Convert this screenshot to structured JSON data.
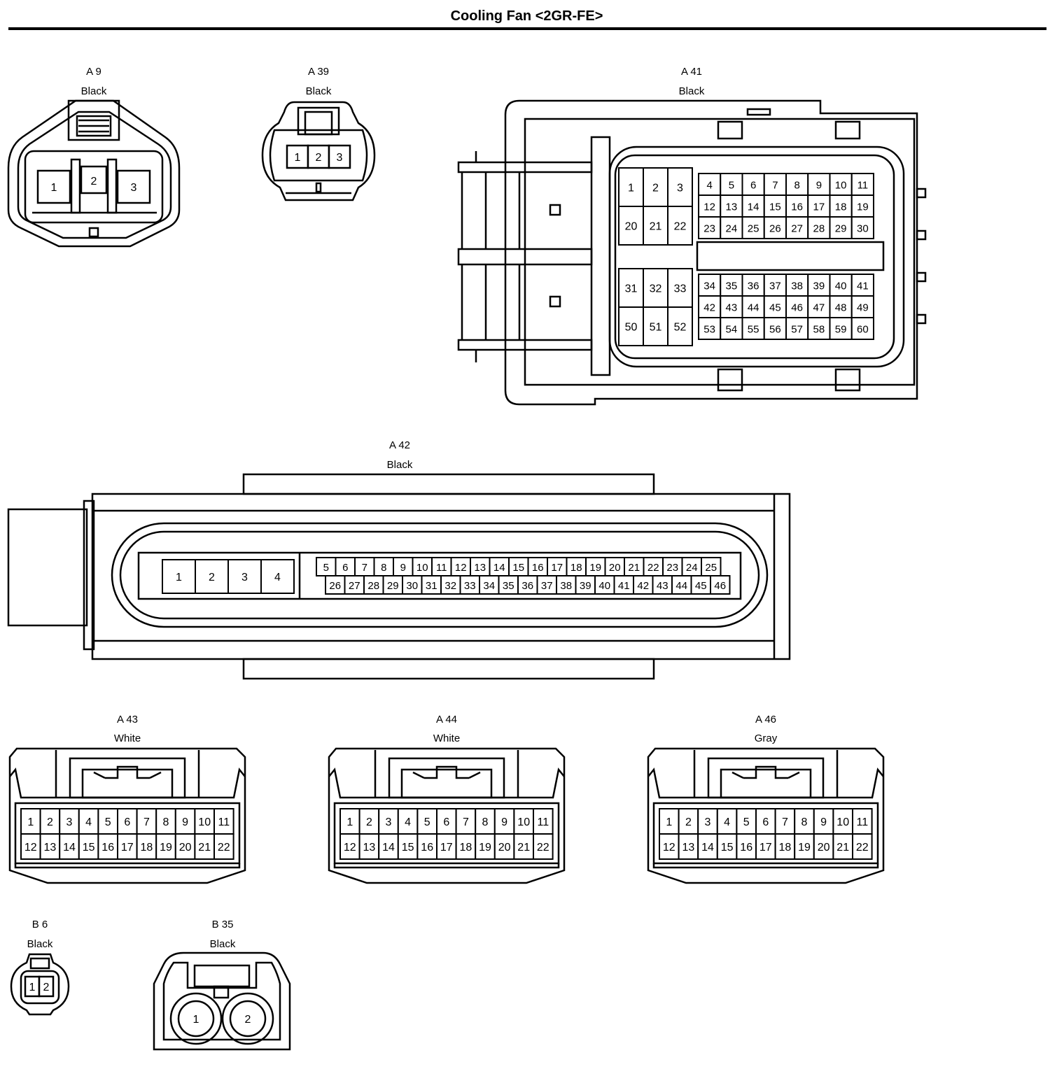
{
  "page": {
    "title": "Cooling Fan <2GR-FE>"
  },
  "connectors": {
    "a9": {
      "code": "A 9",
      "color": "Black",
      "pins": [
        "1",
        "2",
        "3"
      ]
    },
    "a39": {
      "code": "A 39",
      "color": "Black",
      "pins": [
        "1",
        "2",
        "3"
      ]
    },
    "a41": {
      "code": "A 41",
      "color": "Black",
      "pins_upper_left": [
        "1",
        "2",
        "3",
        "20",
        "21",
        "22"
      ],
      "pins_lower_left": [
        "31",
        "32",
        "33",
        "50",
        "51",
        "52"
      ],
      "pins_upper_right": [
        "4",
        "5",
        "6",
        "7",
        "8",
        "9",
        "10",
        "11",
        "12",
        "13",
        "14",
        "15",
        "16",
        "17",
        "18",
        "19",
        "23",
        "24",
        "25",
        "26",
        "27",
        "28",
        "29",
        "30"
      ],
      "pins_lower_right": [
        "34",
        "35",
        "36",
        "37",
        "38",
        "39",
        "40",
        "41",
        "42",
        "43",
        "44",
        "45",
        "46",
        "47",
        "48",
        "49",
        "53",
        "54",
        "55",
        "56",
        "57",
        "58",
        "59",
        "60"
      ]
    },
    "a42": {
      "code": "A 42",
      "color": "Black",
      "pins_large": [
        "1",
        "2",
        "3",
        "4"
      ],
      "pins_row1": [
        "5",
        "6",
        "7",
        "8",
        "9",
        "10",
        "11",
        "12",
        "13",
        "14",
        "15",
        "16",
        "17",
        "18",
        "19",
        "20",
        "21",
        "22",
        "23",
        "24",
        "25"
      ],
      "pins_row2": [
        "26",
        "27",
        "28",
        "29",
        "30",
        "31",
        "32",
        "33",
        "34",
        "35",
        "36",
        "37",
        "38",
        "39",
        "40",
        "41",
        "42",
        "43",
        "44",
        "45",
        "46"
      ]
    },
    "a43": {
      "code": "A 43",
      "color": "White",
      "pins": [
        "1",
        "2",
        "3",
        "4",
        "5",
        "6",
        "7",
        "8",
        "9",
        "10",
        "11",
        "12",
        "13",
        "14",
        "15",
        "16",
        "17",
        "18",
        "19",
        "20",
        "21",
        "22"
      ]
    },
    "a44": {
      "code": "A 44",
      "color": "White",
      "pins": [
        "1",
        "2",
        "3",
        "4",
        "5",
        "6",
        "7",
        "8",
        "9",
        "10",
        "11",
        "12",
        "13",
        "14",
        "15",
        "16",
        "17",
        "18",
        "19",
        "20",
        "21",
        "22"
      ]
    },
    "a46": {
      "code": "A 46",
      "color": "Gray",
      "pins": [
        "1",
        "2",
        "3",
        "4",
        "5",
        "6",
        "7",
        "8",
        "9",
        "10",
        "11",
        "12",
        "13",
        "14",
        "15",
        "16",
        "17",
        "18",
        "19",
        "20",
        "21",
        "22"
      ]
    },
    "b6": {
      "code": "B 6",
      "color": "Black",
      "pins": [
        "1",
        "2"
      ]
    },
    "b35": {
      "code": "B 35",
      "color": "Black",
      "pins": [
        "1",
        "2"
      ]
    }
  }
}
